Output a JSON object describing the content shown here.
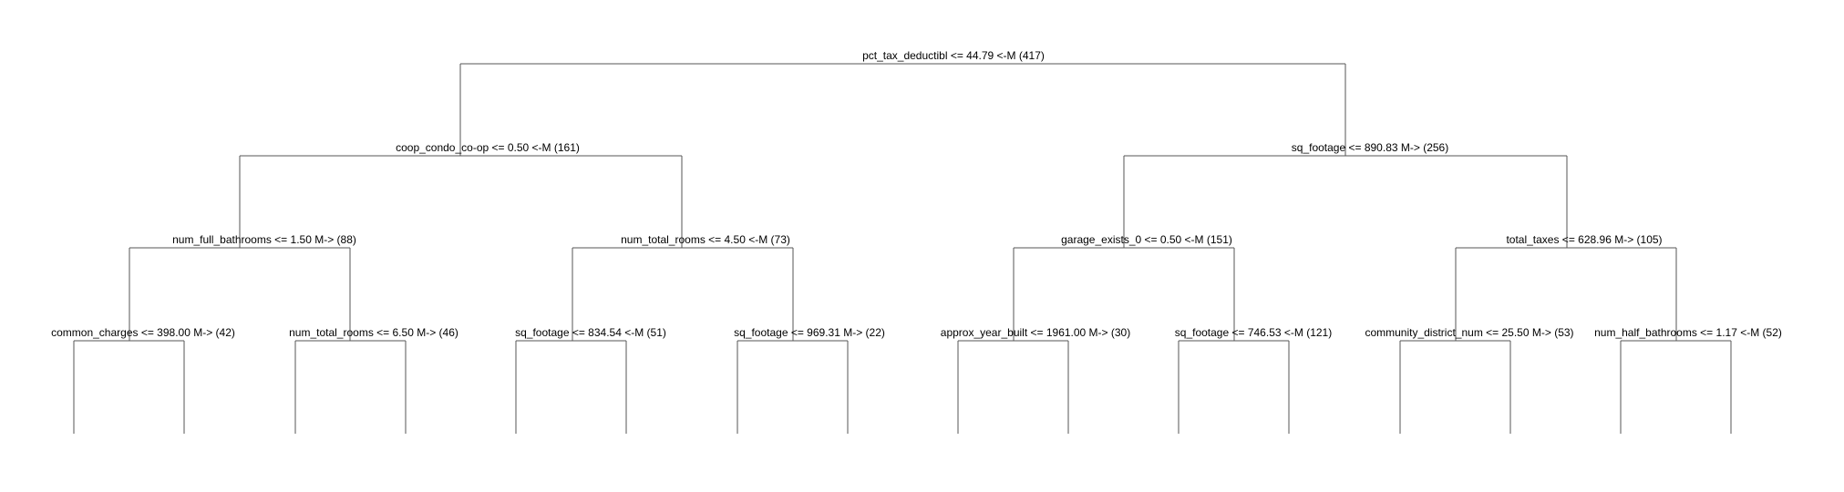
{
  "tree": {
    "line_color": "#555555",
    "text_color": "#000000",
    "nodes": [
      {
        "id": "n0",
        "label": "pct_tax_deductibl <= 44.79 <-M (417)"
      },
      {
        "id": "n1",
        "label": "coop_condo_co-op <= 0.50 <-M (161)"
      },
      {
        "id": "n2",
        "label": "sq_footage <= 890.83 M-> (256)"
      },
      {
        "id": "n3",
        "label": "num_full_bathrooms <= 1.50 M-> (88)"
      },
      {
        "id": "n4",
        "label": "num_total_rooms <= 4.50 <-M (73)"
      },
      {
        "id": "n5",
        "label": "garage_exists_0 <= 0.50 <-M (151)"
      },
      {
        "id": "n6",
        "label": "total_taxes <= 628.96 M-> (105)"
      },
      {
        "id": "n7",
        "label": "common_charges <= 398.00 M-> (42)"
      },
      {
        "id": "n8",
        "label": "num_total_rooms <= 6.50 M-> (46)"
      },
      {
        "id": "n9",
        "label": "sq_footage <= 834.54 <-M (51)"
      },
      {
        "id": "n10",
        "label": "sq_footage <= 969.31 M-> (22)"
      },
      {
        "id": "n11",
        "label": "approx_year_built <= 1961.00 M-> (30)"
      },
      {
        "id": "n12",
        "label": "sq_footage <= 746.53 <-M (121)"
      },
      {
        "id": "n13",
        "label": "community_district_num <= 25.50 M-> (53)"
      },
      {
        "id": "n14",
        "label": "num_half_bathrooms <= 1.17 <-M (52)"
      }
    ]
  }
}
